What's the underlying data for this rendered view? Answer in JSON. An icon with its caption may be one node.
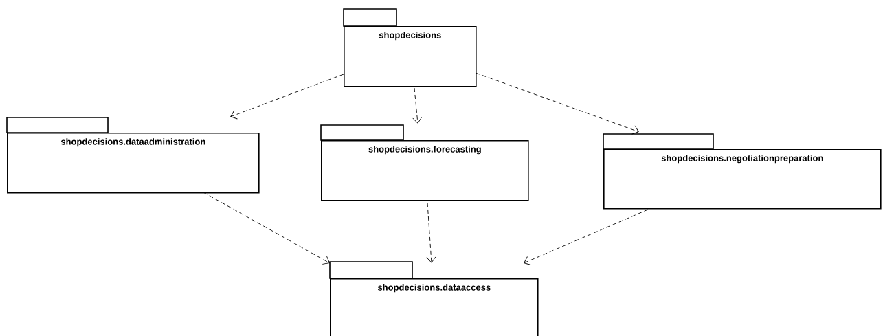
{
  "diagram": {
    "nodes": [
      {
        "text": [
          "shopdecisions"
        ]
      },
      {
        "text": [
          "shopdecisions.dataadministration"
        ]
      },
      {
        "text": [
          "shopdecisions.forecasting"
        ]
      },
      {
        "text": [
          "shopdecisions.negotiationpreparation"
        ]
      },
      {
        "text": [
          "shopdecisions.dataaccess"
        ]
      }
    ],
    "edges": [
      {
        "from": 0,
        "to": 1,
        "arrow": "to",
        "style": "dashed"
      },
      {
        "from": 0,
        "to": 2,
        "arrow": "to",
        "style": "dashed"
      },
      {
        "from": 0,
        "to": 3,
        "arrow": "to",
        "style": "dashed"
      },
      {
        "from": 1,
        "to": 4,
        "arrow": "to",
        "style": "dashed"
      },
      {
        "from": 2,
        "to": 4,
        "arrow": "to",
        "style": "dashed"
      },
      {
        "from": 3,
        "to": 4,
        "arrow": "to",
        "style": "dashed"
      }
    ]
  }
}
